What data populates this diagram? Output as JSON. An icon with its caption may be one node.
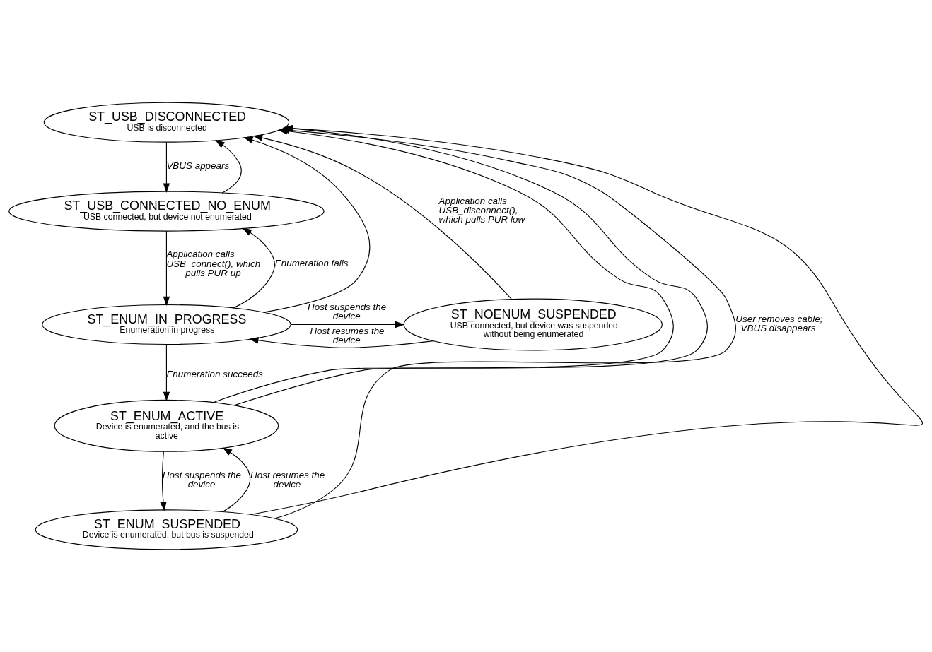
{
  "diagram": {
    "nodes": [
      {
        "text": [
          "ST_USB_DISCONNECTED",
          "USB is disconnected"
        ]
      },
      {
        "text": [
          "ST_USB_CONNECTED_NO_ENUM",
          "USB connected, but device not enumerated"
        ]
      },
      {
        "text": [
          "ST_ENUM_IN_PROGRESS",
          "Enumeration in progress"
        ]
      },
      {
        "text": [
          "ST_NOENUM_SUSPENDED",
          "USB connected, but device was suspended without being enumerated"
        ]
      },
      {
        "text": [
          "ST_ENUM_ACTIVE",
          "Device is enumerated, and the bus is active"
        ]
      },
      {
        "text": [
          "ST_ENUM_SUSPENDED",
          "Device is enumerated, but bus is suspended"
        ]
      }
    ],
    "edges": [
      {
        "from": 0,
        "to": 1,
        "arrow": "to",
        "label": "VBUS appears"
      },
      {
        "from": 1,
        "to": 2,
        "arrow": "to",
        "label": "Application calls USB_connect(), which pulls PUR up"
      },
      {
        "from": 2,
        "to": 1,
        "arrow": "to",
        "label": "Enumeration fails"
      },
      {
        "from": 2,
        "to": 3,
        "arrow": "to",
        "label": "Host suspends the device"
      },
      {
        "from": 3,
        "to": 2,
        "arrow": "to",
        "label": "Host resumes the device"
      },
      {
        "from": 3,
        "to": 0,
        "arrow": "to",
        "label": "Application calls USB_disconnect(), which pulls PUR low"
      },
      {
        "from": 2,
        "to": 4,
        "arrow": "to",
        "label": "Enumeration succeeds"
      },
      {
        "from": 4,
        "to": 5,
        "arrow": "to",
        "label": "Host suspends the device"
      },
      {
        "from": 5,
        "to": 4,
        "arrow": "to",
        "label": "Host resumes the device"
      },
      {
        "from": 1,
        "to": 0,
        "arrow": "to"
      },
      {
        "from": 2,
        "to": 0,
        "arrow": "to"
      },
      {
        "from": 4,
        "to": 0,
        "arrow": "to"
      },
      {
        "from": 5,
        "to": 0,
        "arrow": "to",
        "label": "User removes cable; VBUS disappears"
      },
      {
        "from": 4,
        "to": 0,
        "arrow": "to"
      },
      {
        "from": 5,
        "to": 0,
        "arrow": "to"
      }
    ]
  }
}
